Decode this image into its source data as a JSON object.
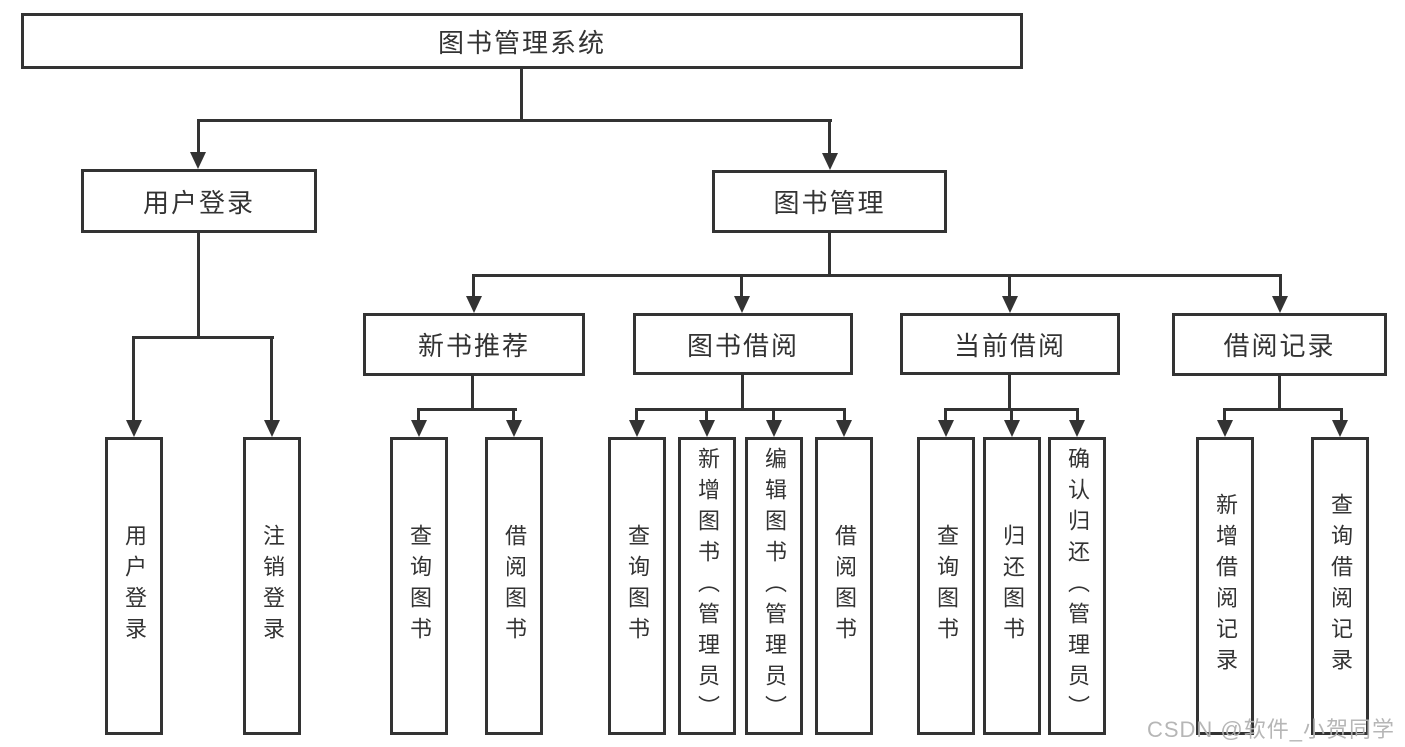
{
  "diagram_title": "图书管理系统",
  "colors": {
    "line": "#333333",
    "text": "#333333",
    "background": "#ffffff",
    "watermark": "#b2b2b2"
  },
  "tree": {
    "root": {
      "label": "图书管理系统"
    },
    "branches": [
      {
        "label": "用户登录",
        "children": [
          {
            "label": "用户登录"
          },
          {
            "label": "注销登录"
          }
        ]
      },
      {
        "label": "图书管理",
        "children": [
          {
            "label": "新书推荐",
            "children": [
              {
                "label": "查询图书"
              },
              {
                "label": "借阅图书"
              }
            ]
          },
          {
            "label": "图书借阅",
            "children": [
              {
                "label": "查询图书"
              },
              {
                "label": "新增图书（管理员）"
              },
              {
                "label": "编辑图书（管理员）"
              },
              {
                "label": "借阅图书"
              }
            ]
          },
          {
            "label": "当前借阅",
            "children": [
              {
                "label": "查询图书"
              },
              {
                "label": "归还图书"
              },
              {
                "label": "确认归还（管理员）"
              }
            ]
          },
          {
            "label": "借阅记录",
            "children": [
              {
                "label": "新增借阅记录"
              },
              {
                "label": "查询借阅记录"
              }
            ]
          }
        ]
      }
    ]
  },
  "watermark": {
    "text": "CSDN @软件_小贺同学"
  }
}
